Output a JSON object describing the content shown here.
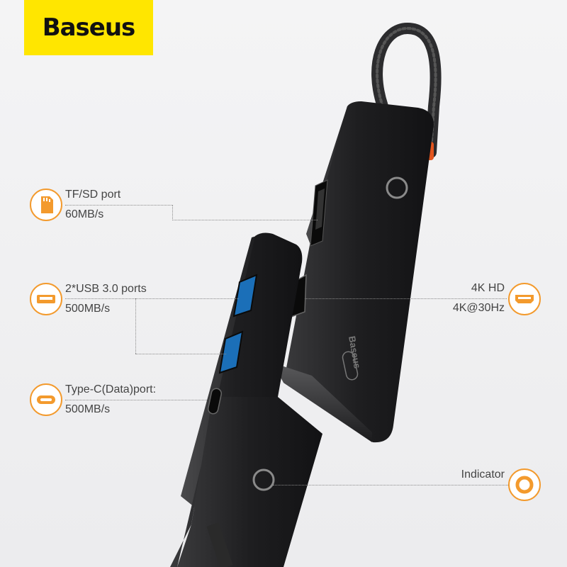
{
  "brand": {
    "name": "Baseus",
    "color": "#ffe600"
  },
  "accent_color": "#f39a2d",
  "device_marking": "Baseus",
  "callouts": [
    {
      "id": "tfsd",
      "icon": "sd-card-icon",
      "line1": "TF/SD port",
      "line2": "60MB/s"
    },
    {
      "id": "usb",
      "icon": "usb-port-icon",
      "line1": "2*USB 3.0 ports",
      "line2": "500MB/s"
    },
    {
      "id": "typec",
      "icon": "type-c-icon",
      "line1": "Type-C(Data)port:",
      "line2": "500MB/s"
    },
    {
      "id": "hdmi",
      "icon": "hdmi-icon",
      "line1": "4K HD",
      "line2": "4K@30Hz"
    },
    {
      "id": "indicator",
      "icon": "indicator-icon",
      "line1": "Indicator",
      "line2": ""
    }
  ]
}
